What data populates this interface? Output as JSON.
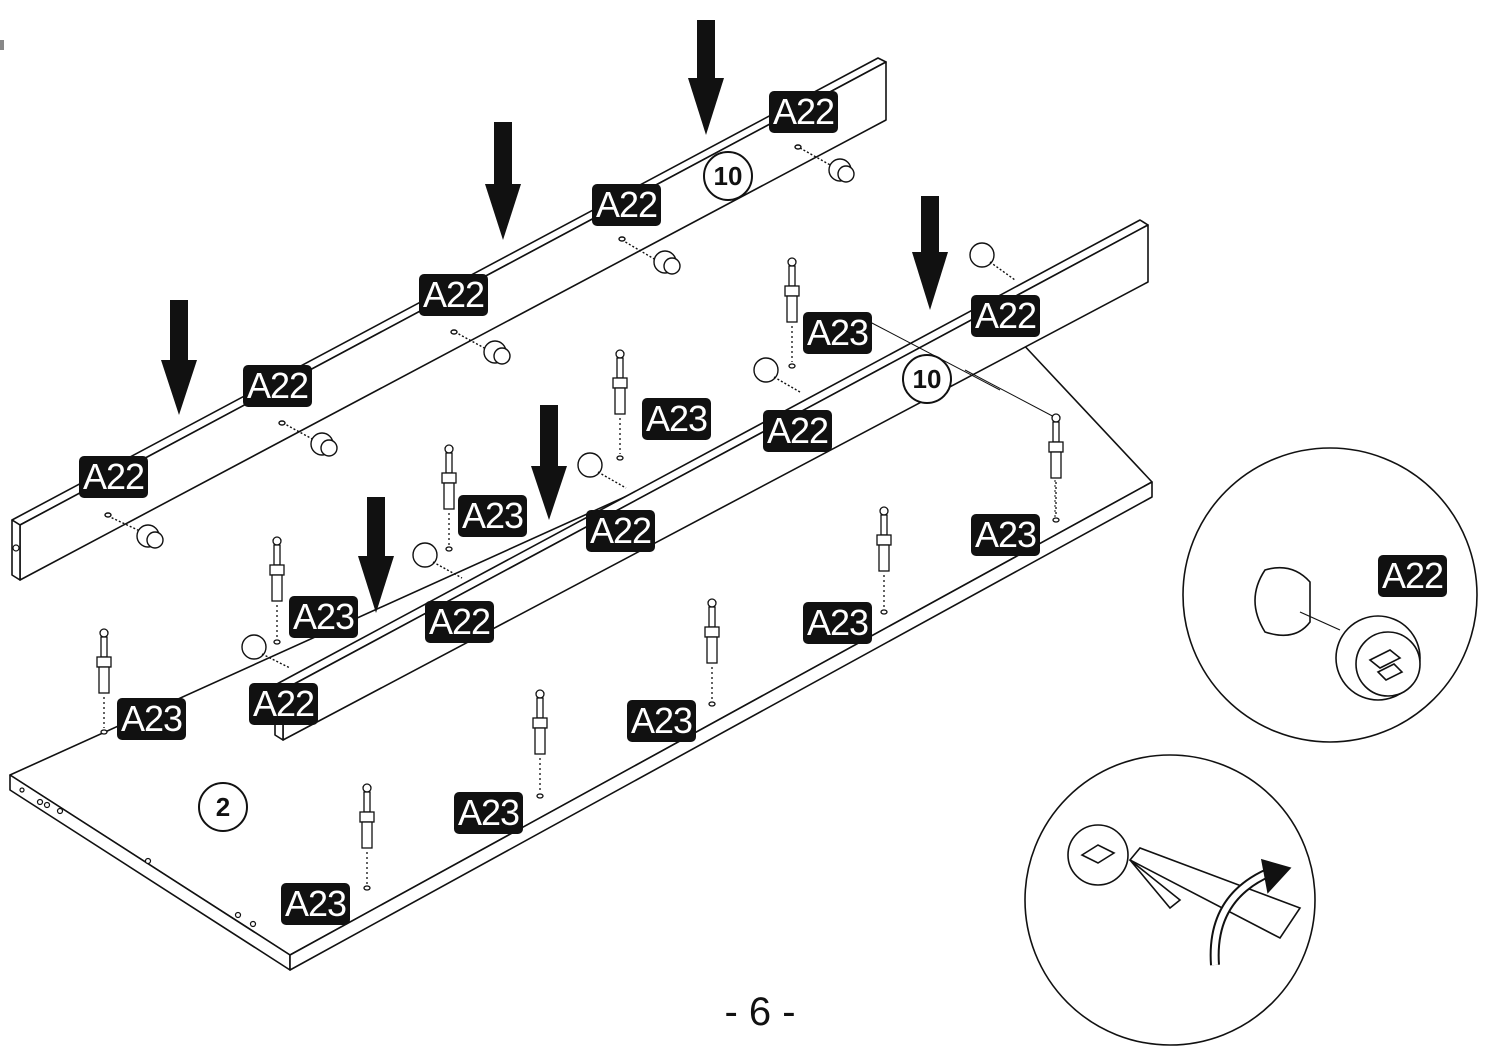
{
  "page_number": "- 6 -",
  "panel_labels": {
    "panel_2": "2",
    "panel_10_a": "10",
    "panel_10_b": "10"
  },
  "hardware_labels": {
    "cam_lock": "A22",
    "cam_dowel": "A23"
  },
  "detail_callouts": {
    "cam_lock_detail_label": "A22"
  },
  "colors": {
    "line": "#111111",
    "label_bg": "#111111",
    "label_text": "#ffffff",
    "background": "#ffffff"
  }
}
